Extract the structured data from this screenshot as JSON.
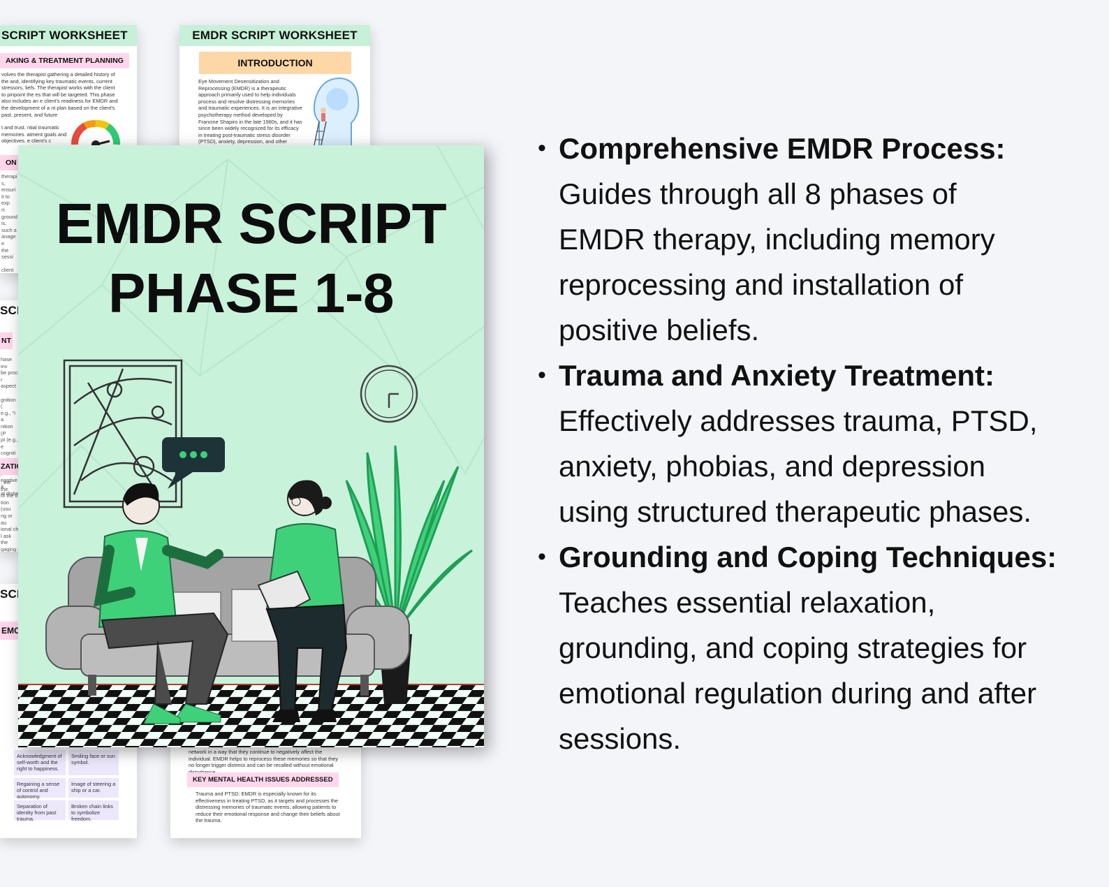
{
  "worksheets": {
    "top_left": {
      "header": "SCRIPT WORKSHEET",
      "section": "AKING & TREATMENT PLANNING",
      "paragraph": "volves the therapist gathering a detailed history of the and, identifying key traumatic events, current stressors, liefs. The therapist works with the client to pinpoint the es that will be targeted. This phase also includes an e client's readiness for EMDR and the development of a nt plan based on the client's past, present, and future",
      "paragraph2": "t and trust. ntial traumatic memories. atment goals and objectives. e client's c",
      "tag2": "ON"
    },
    "top_right": {
      "header": "EMDR SCRIPT WORKSHEET",
      "section": "INTRODUCTION",
      "paragraph": "Eye Movement Desensitization and Reprocessing (EMDR) is a therapeutic approach primarily used to help individuals process and resolve distressing memories and traumatic experiences. It is an integrative psychotherapy method developed by Francine Shapiro in the late 1980s, and it has since been widely recognized for its efficacy in treating post-traumatic stress disorder (PTSD), anxiety, depression, and other trauma-related conditions."
    },
    "mid_left": {
      "header": "SCI",
      "tag": "NT",
      "tag2": "ZATION"
    },
    "bottom_left": {
      "header": "SCI",
      "tag": "EMO",
      "rows": [
        [
          "Acknowledgment of self-worth and the right to happiness.",
          "Smiling face or sun symbol."
        ],
        [
          "Regaining a sense of control and autonomy.",
          "Image of steering a ship or a car."
        ],
        [
          "Separation of identity from past trauma.",
          "Broken chain links to symbolize freedom."
        ]
      ]
    },
    "bottom_right": {
      "paragraph": "network in a way that they continue to negatively affect the individual. EMDR helps to reprocess these memories so that they no longer trigger distress and can be recalled without emotional disturbance.",
      "section": "KEY MENTAL HEALTH ISSUES ADDRESSED",
      "bullet": "Trauma and PTSD: EMDR is especially known for its effectiveness in treating PTSD, as it targets and processes the distressing memories of traumatic events, allowing patients to reduce their emotional response and change their beliefs about the trauma."
    }
  },
  "cover": {
    "title_line1": "EMDR SCRIPT",
    "title_line2": "PHASE 1-8",
    "background": "#c9f2db",
    "accent": "#3fd17a"
  },
  "features": [
    {
      "title": "Comprehensive EMDR Process:",
      "description": "Guides through all 8 phases of EMDR therapy, including memory reprocessing and installation of positive beliefs."
    },
    {
      "title": "Trauma and Anxiety Treatment:",
      "description": "Effectively addresses trauma, PTSD, anxiety, phobias, and depression using structured therapeutic phases."
    },
    {
      "title": "Grounding and Coping Techniques:",
      "description": "Teaches essential relaxation, grounding, and coping strategies for emotional regulation during and after sessions."
    }
  ]
}
